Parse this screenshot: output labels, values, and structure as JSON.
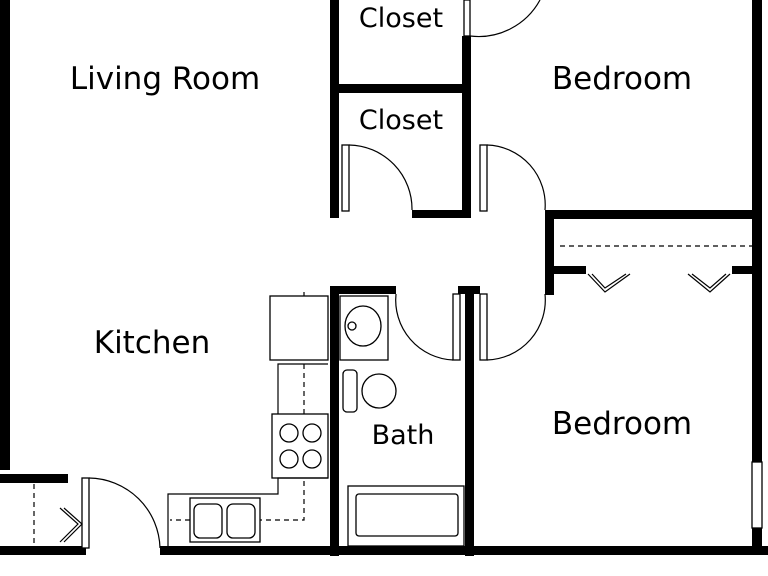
{
  "rooms": {
    "living_room": "Living Room",
    "closet_top": "Closet",
    "closet_middle": "Closet",
    "bedroom_top": "Bedroom",
    "kitchen": "Kitchen",
    "bath": "Bath",
    "bedroom_bottom": "Bedroom"
  }
}
